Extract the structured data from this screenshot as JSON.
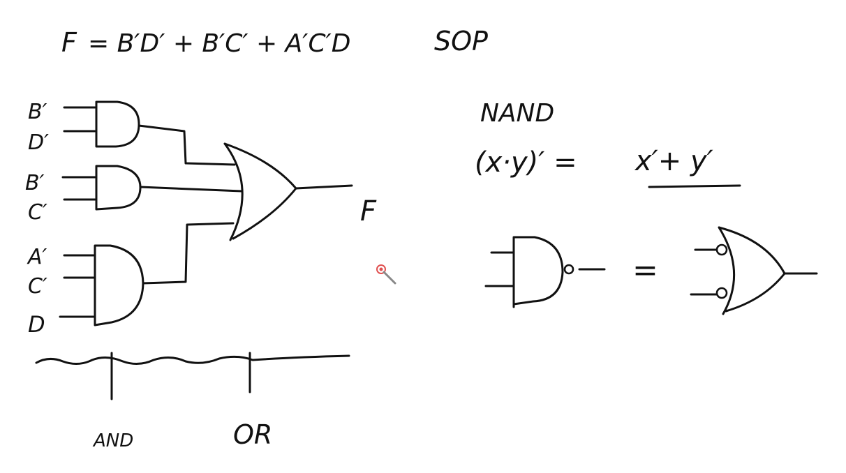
{
  "equation": {
    "lhs": "F",
    "rhs": "= B′D′ + B′C′ + A′C′D",
    "form": "SOP"
  },
  "inputs": {
    "g1": [
      "B′",
      "D′"
    ],
    "g2": [
      "B′",
      "C′"
    ],
    "g3": [
      "A′",
      "C′",
      "D"
    ]
  },
  "output_label": "F",
  "level_labels": [
    "AND",
    "OR"
  ],
  "nand_section": {
    "title": "NAND",
    "identity_lhs": "(x·y)′ =",
    "identity_rhs": "x′+ y′",
    "equals_sign": "="
  },
  "colors": {
    "ink": "#111111",
    "cursor": "#e05050"
  }
}
